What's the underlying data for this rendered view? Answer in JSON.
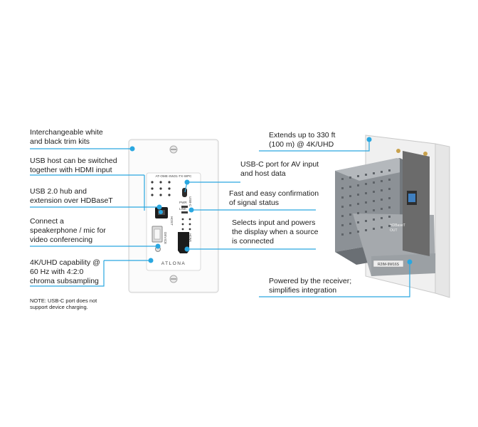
{
  "callouts_left": [
    {
      "text": "Interchangeable white\nand black trim kits"
    },
    {
      "text": "USB host can be switched\ntogether with HDMI input"
    },
    {
      "text": "USB 2.0 hub and\nextension over HDBaseT"
    },
    {
      "text": "Connect a\nspeakerphone / mic for\nvideo conferencing"
    },
    {
      "text": "4K/UHD capability @\n60 Hz with 4:2:0\nchroma subsampling"
    }
  ],
  "note": "NOTE: USB-C port does not\nsupport device charging.",
  "callouts_right": [
    {
      "text": "Extends up to 330 ft\n(100 m) @ 4K/UHD"
    },
    {
      "text": "USB-C port for AV input\nand host data"
    },
    {
      "text": "Fast and easy confirmation\nof signal status"
    },
    {
      "text": "Selects input and powers\nthe display when a source\nis connected"
    },
    {
      "text": "Powered by the receiver;\nsimplifies integration"
    }
  ],
  "faceplate": {
    "model": "AT-OME-SW21-TX-WPC",
    "usb_c_label": "USB-C",
    "hdmi_label": "HDMI",
    "host_label": "HOST",
    "device_label": "DEVICE",
    "pwr_label": "PWR",
    "link_label": "LINK",
    "brand": "ATLONA"
  },
  "side_view": {
    "port_label": "HDBaseT\nOUT",
    "sticker": "R2IM-9W16S"
  },
  "colors": {
    "callout_line": "#2aa7e0",
    "dot": "#2aa7e0",
    "plate": "#f4f4f4",
    "housing": "#8e9397"
  }
}
